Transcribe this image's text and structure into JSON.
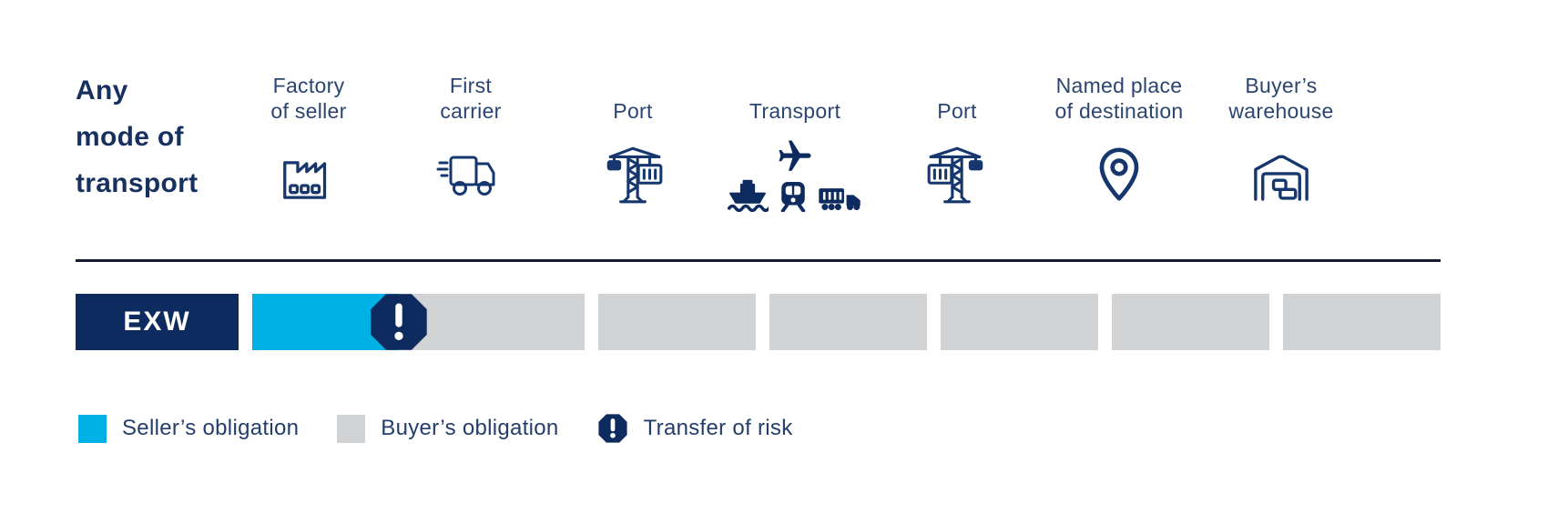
{
  "colors": {
    "brand_navy": "#0d2b5e",
    "icon_navy": "#16376d",
    "seller_color": "#00b1e6",
    "buyer_color": "#d2d3d5",
    "divider_color": "#131c30",
    "label_text": "#2b4570",
    "heading_text": "#16315f"
  },
  "heading": {
    "text": "Any\nmode of\ntransport"
  },
  "columns": [
    {
      "label": "Factory\nof seller",
      "icon": "factory-icon"
    },
    {
      "label": "First\ncarrier",
      "icon": "delivery-truck-icon"
    },
    {
      "label": "Port",
      "icon": "crane-container-icon"
    },
    {
      "label": "Transport",
      "icon": "plane-ship-train-truck-icons"
    },
    {
      "label": "Port",
      "icon": "crane-container-icon-mirrored"
    },
    {
      "label": "Named place\nof destination",
      "icon": "location-pin-icon"
    },
    {
      "label": "Buyer’s\nwarehouse",
      "icon": "warehouse-icon"
    }
  ],
  "bar": {
    "incoterm": "EXW",
    "segments": [
      {
        "type": "seller-then-buyer",
        "risk_marker": true
      },
      {
        "type": "buyer"
      },
      {
        "type": "buyer"
      },
      {
        "type": "buyer"
      },
      {
        "type": "buyer"
      },
      {
        "type": "buyer"
      }
    ],
    "risk_marker_symbol": "!"
  },
  "legend": {
    "items": [
      {
        "swatch": "seller",
        "label": "Seller’s obligation"
      },
      {
        "swatch": "buyer",
        "label": "Buyer’s obligation"
      },
      {
        "swatch": "risk",
        "label": "Transfer of risk"
      }
    ]
  }
}
